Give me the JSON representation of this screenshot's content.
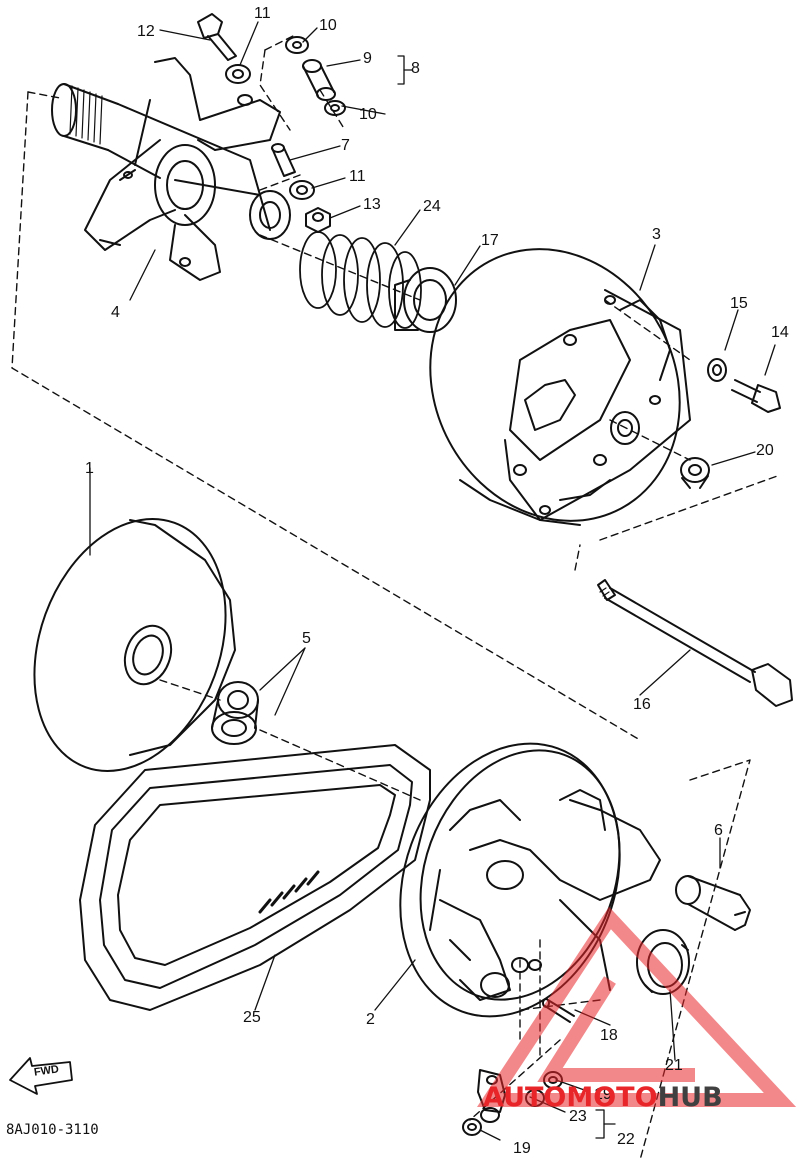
{
  "diagram": {
    "code": "8AJ010-3110",
    "fwd_label": "FWD",
    "part_labels": [
      {
        "id": "p1",
        "text": "1"
      },
      {
        "id": "p2",
        "text": "2"
      },
      {
        "id": "p3",
        "text": "3"
      },
      {
        "id": "p4",
        "text": "4"
      },
      {
        "id": "p5",
        "text": "5"
      },
      {
        "id": "p6",
        "text": "6"
      },
      {
        "id": "p7",
        "text": "7"
      },
      {
        "id": "p8",
        "text": "8"
      },
      {
        "id": "p9",
        "text": "9"
      },
      {
        "id": "p10a",
        "text": "10"
      },
      {
        "id": "p10b",
        "text": "10"
      },
      {
        "id": "p11a",
        "text": "11"
      },
      {
        "id": "p11b",
        "text": "11"
      },
      {
        "id": "p12",
        "text": "12"
      },
      {
        "id": "p13",
        "text": "13"
      },
      {
        "id": "p14",
        "text": "14"
      },
      {
        "id": "p15",
        "text": "15"
      },
      {
        "id": "p16",
        "text": "16"
      },
      {
        "id": "p17",
        "text": "17"
      },
      {
        "id": "p18",
        "text": "18"
      },
      {
        "id": "p19a",
        "text": "19"
      },
      {
        "id": "p19b",
        "text": "19"
      },
      {
        "id": "p20",
        "text": "20"
      },
      {
        "id": "p21",
        "text": "21"
      },
      {
        "id": "p22",
        "text": "22"
      },
      {
        "id": "p23",
        "text": "23"
      },
      {
        "id": "p24",
        "text": "24"
      },
      {
        "id": "p25",
        "text": "25"
      }
    ]
  },
  "watermark": {
    "part1": "AUTOMOTO",
    "part2": "HUB",
    "color_red": "#e8262a",
    "color_gray": "#404040"
  }
}
